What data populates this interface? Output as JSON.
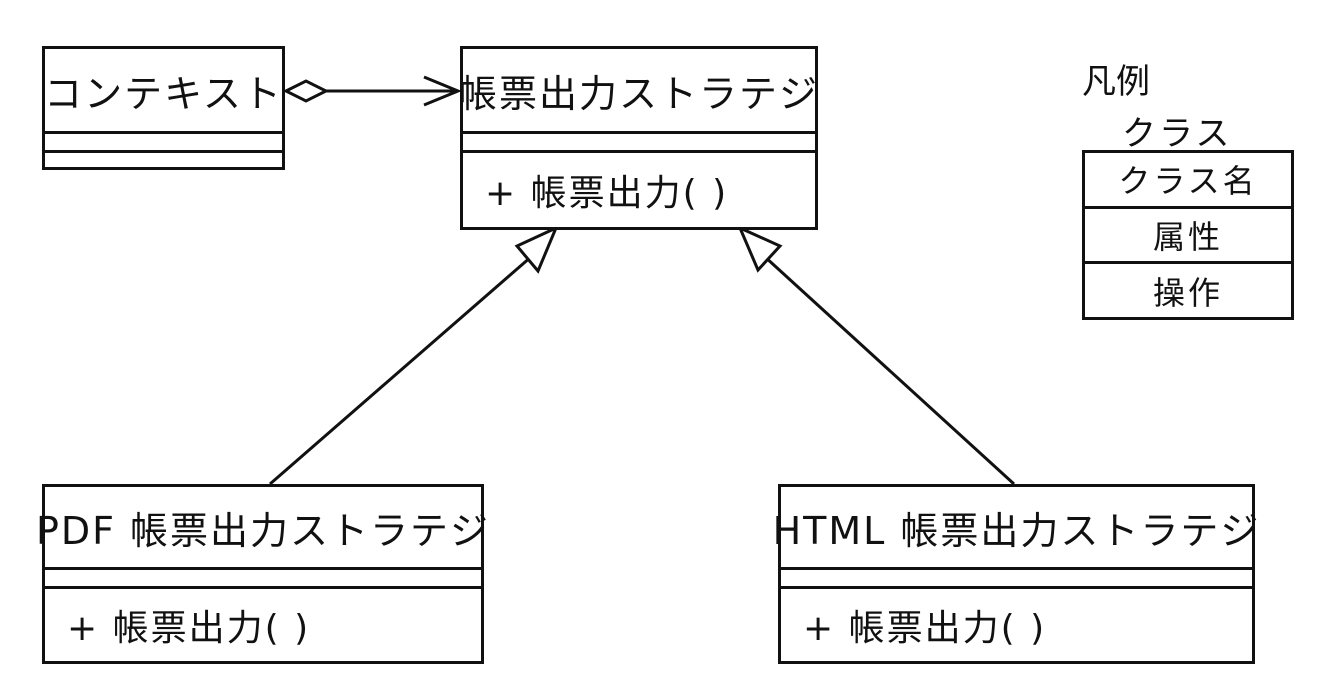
{
  "classes": {
    "context": {
      "name": "コンテキスト"
    },
    "strategy": {
      "name": "帳票出力ストラテジ",
      "operation": "+ 帳票出力( )"
    },
    "pdf_strategy": {
      "name": "PDF 帳票出力ストラテジ",
      "operation": "+ 帳票出力( )"
    },
    "html_strategy": {
      "name": "HTML 帳票出力ストラテジ",
      "operation": "+ 帳票出力( )"
    }
  },
  "legend": {
    "title": "凡例",
    "subtitle": "クラス",
    "rows": [
      "クラス名",
      "属性",
      "操作"
    ]
  }
}
